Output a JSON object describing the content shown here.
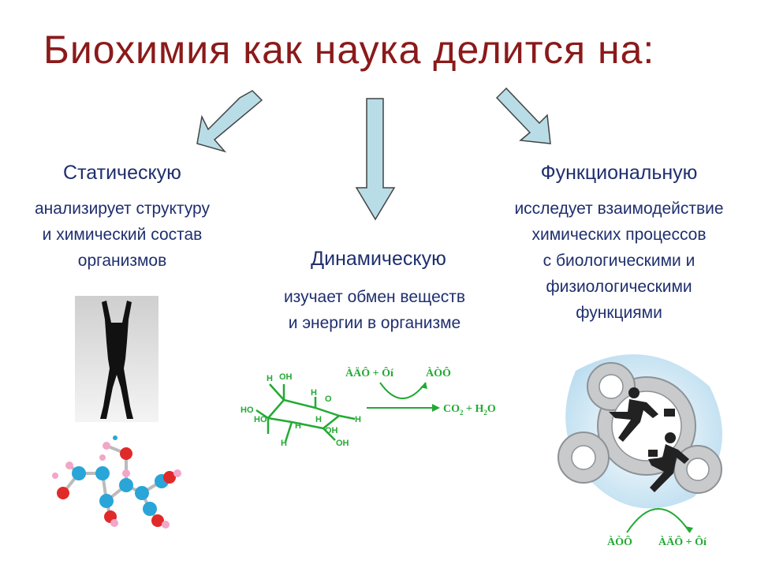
{
  "title": "Биохимия как наука делится на:",
  "branches": {
    "static": {
      "name": "Статическую",
      "description": [
        "анализирует структуру",
        "и химический состав",
        "организмов"
      ]
    },
    "dynamic": {
      "name": "Динамическую",
      "description": [
        "изучает обмен веществ",
        "и энергии в организме"
      ]
    },
    "functional": {
      "name": "Функциональную",
      "description": [
        "исследует взаимодействие",
        "химических процессов",
        "с биологическими и",
        "физиологическими",
        "функциями"
      ]
    }
  },
  "glucose": {
    "labels": [
      "H",
      "OH",
      "H",
      "O",
      "HO",
      "HO",
      "H",
      "H",
      "OH",
      "H",
      "H",
      "OH"
    ]
  },
  "reaction_top": {
    "left": "ÀÄÔ + Ôí",
    "right": "ÀÒÔ",
    "product": "CO",
    "product_sub": "2",
    "product_mid": " + H",
    "product_sub2": "2",
    "product_end": "O"
  },
  "reaction_bottom": {
    "left": "ÀÒÔ",
    "right": "ÀÄÔ + Ôí"
  },
  "colors": {
    "title": "#8b1a1a",
    "text": "#1f2f6e",
    "arrow_fill": "#b8dde6",
    "chem": "#22aa33"
  }
}
